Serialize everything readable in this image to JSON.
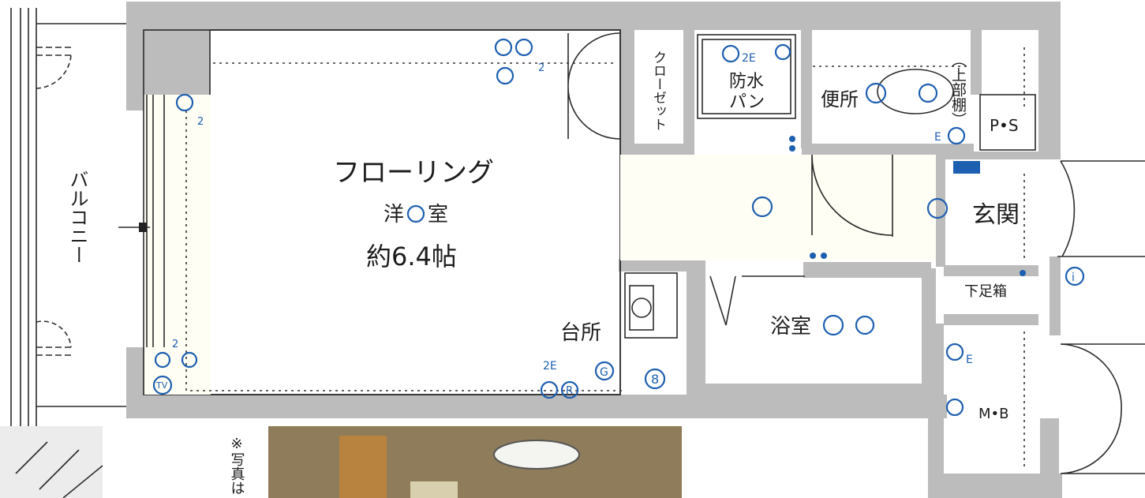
{
  "rooms": {
    "balcony": "バルコニー",
    "western_title": "フローリング",
    "western_room": "洋",
    "western_room_suffix": "室",
    "western_size": "約6.4帖",
    "closet": "クローゼット",
    "waterproof_pan_1": "防水",
    "waterproof_pan_2": "パン",
    "toilet": "便所",
    "upper_shelf": "（上部棚）",
    "ps": "P•S",
    "entrance": "玄関",
    "shoe_box": "下足箱",
    "kitchen": "台所",
    "bath": "浴室",
    "mb": "M•B"
  },
  "symbols": {
    "outlet_2": "2",
    "outlet_2e": "2E",
    "e_mark": "E",
    "tv": "TV",
    "info": "i",
    "gas": "G",
    "range": "R",
    "num8": "8"
  },
  "photo_note": "※写真は"
}
